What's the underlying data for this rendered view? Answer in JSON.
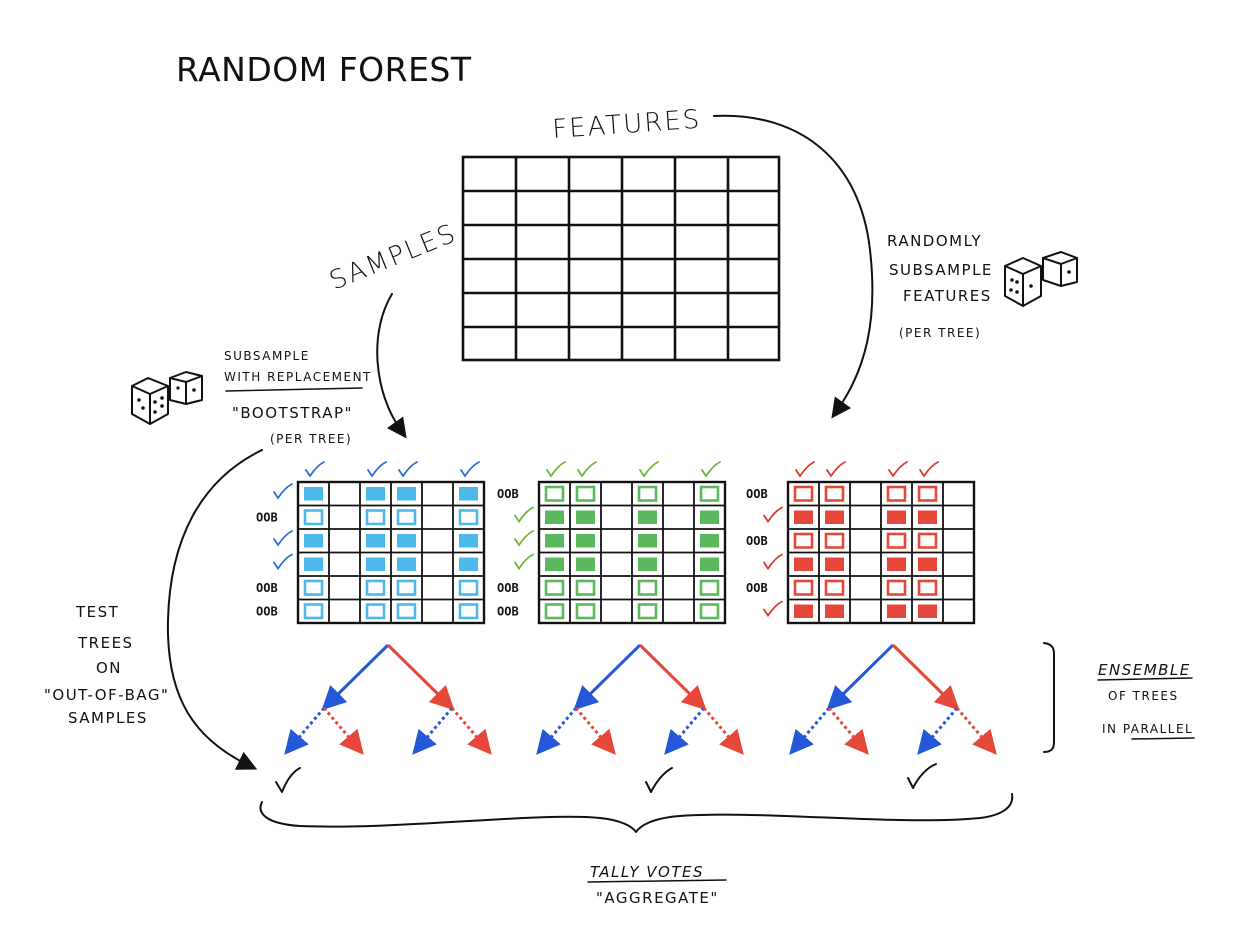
{
  "title": "RANDOM FOREST",
  "labels": {
    "features": "FEATURES",
    "samples": "SAMPLES",
    "subsample_line1": "SUBSAMPLE",
    "subsample_line2": "WITH REPLACEMENT",
    "bootstrap": "\"BOOTSTRAP\"",
    "per_tree_left": "(PER TREE)",
    "randomly_line1": "RANDOMLY",
    "randomly_line2": "SUBSAMPLE",
    "randomly_line3": "FEATURES",
    "per_tree_right": "(PER TREE)",
    "test_line1": "TEST",
    "test_line2": "TREES",
    "test_line3": "ON",
    "test_line4": "\"OUT-OF-BAG\"",
    "test_line5": "SAMPLES",
    "ensemble_line1": "ENSEMBLE",
    "ensemble_line2": "OF TREES",
    "ensemble_line3": "IN PARALLEL",
    "tally_votes": "TALLY VOTES",
    "aggregate": "\"AGGREGATE\""
  },
  "oob_label": "OOB",
  "colors": {
    "blue": "#4db8ea",
    "green": "#5cb85c",
    "red": "#e6473b",
    "check_blue": "#2a6fd6",
    "check_green": "#6cb83a",
    "check_red": "#d93a2e",
    "arrow_blue": "#2458d8",
    "arrow_red": "#e6473b",
    "ink": "#111111"
  },
  "subsample_tables": [
    {
      "name": "blue",
      "feature_selected": [
        true,
        false,
        true,
        true,
        false,
        true
      ],
      "rows": [
        "in",
        "oob",
        "in",
        "in",
        "oob",
        "oob"
      ]
    },
    {
      "name": "green",
      "feature_selected": [
        true,
        true,
        false,
        true,
        false,
        true
      ],
      "rows": [
        "oob",
        "in",
        "in",
        "in",
        "oob",
        "oob"
      ]
    },
    {
      "name": "red",
      "feature_selected": [
        true,
        true,
        false,
        true,
        true,
        false
      ],
      "rows": [
        "oob",
        "in",
        "oob",
        "in",
        "oob",
        "in"
      ]
    }
  ]
}
